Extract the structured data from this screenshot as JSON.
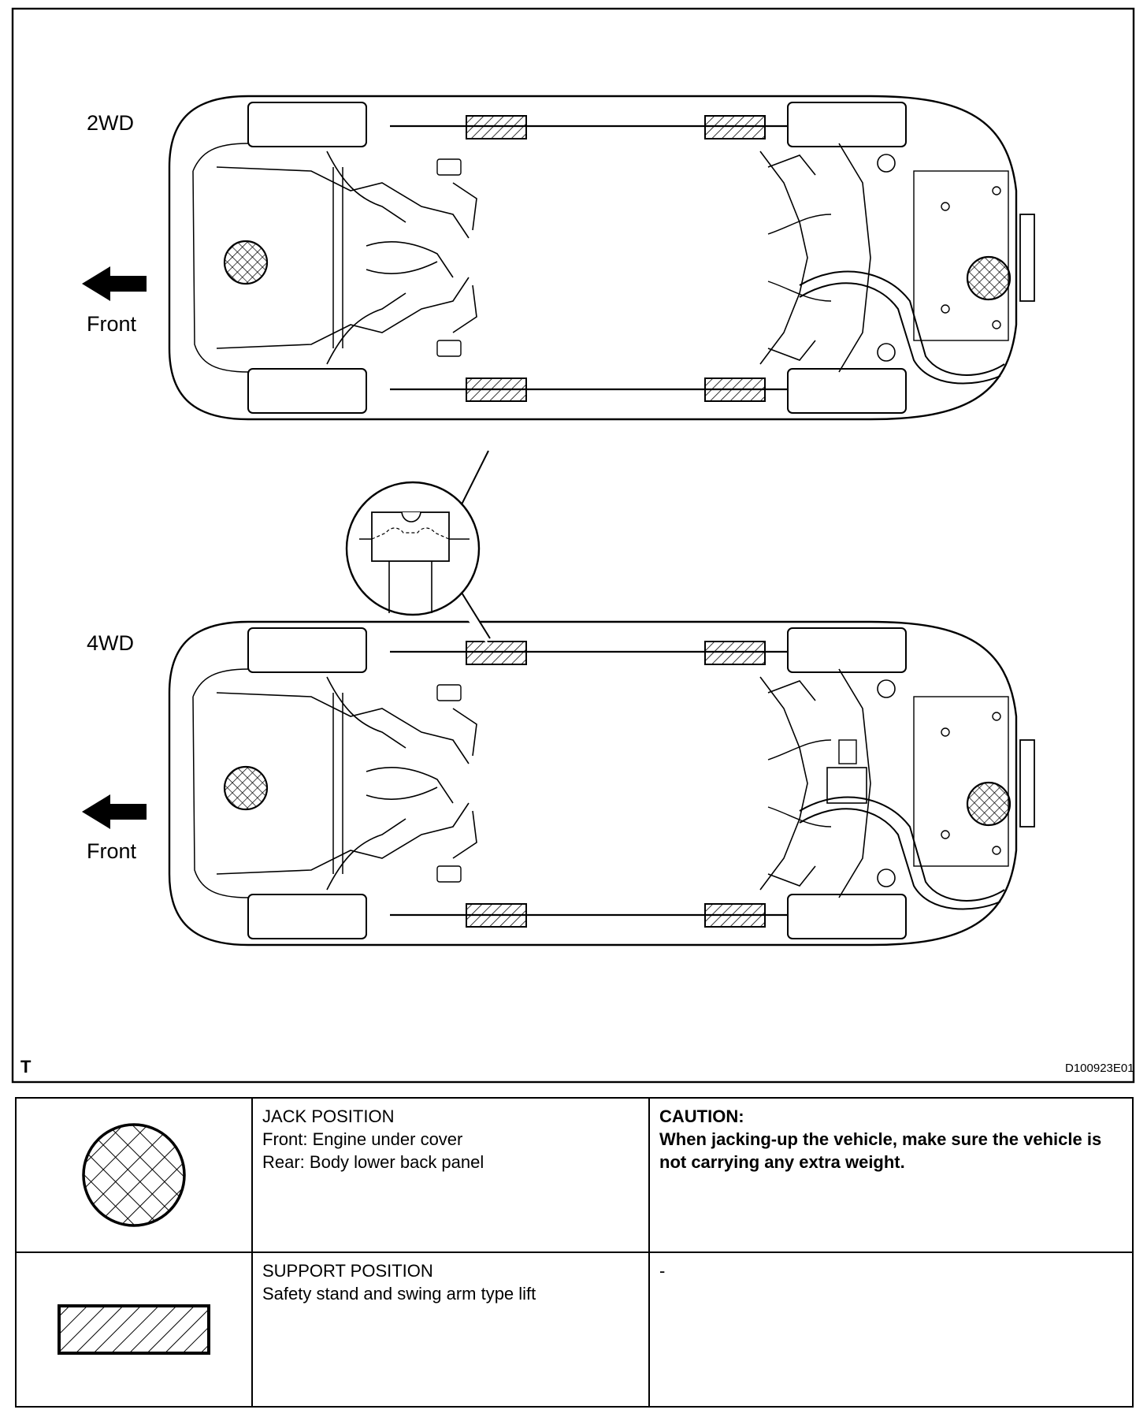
{
  "diagram": {
    "top_label": "2WD",
    "bottom_label": "4WD",
    "front_label_top": "Front",
    "front_label_bottom": "Front",
    "corner_mark": "T",
    "figure_code": "D100923E01"
  },
  "legend": {
    "rows": [
      {
        "symbol": "jack-position-crosshatch-circle-icon",
        "title": "JACK POSITION",
        "lines": [
          "Front: Engine under cover",
          "Rear: Body lower back panel"
        ],
        "note_title": "CAUTION:",
        "note_lines": [
          "When jacking-up the vehicle, make sure the vehicle is",
          "not carrying any extra weight."
        ]
      },
      {
        "symbol": "support-position-hatched-rectangle-icon",
        "title": "SUPPORT POSITION",
        "lines": [
          "Safety stand and swing arm type lift"
        ],
        "note_title": "-",
        "note_lines": []
      }
    ]
  }
}
